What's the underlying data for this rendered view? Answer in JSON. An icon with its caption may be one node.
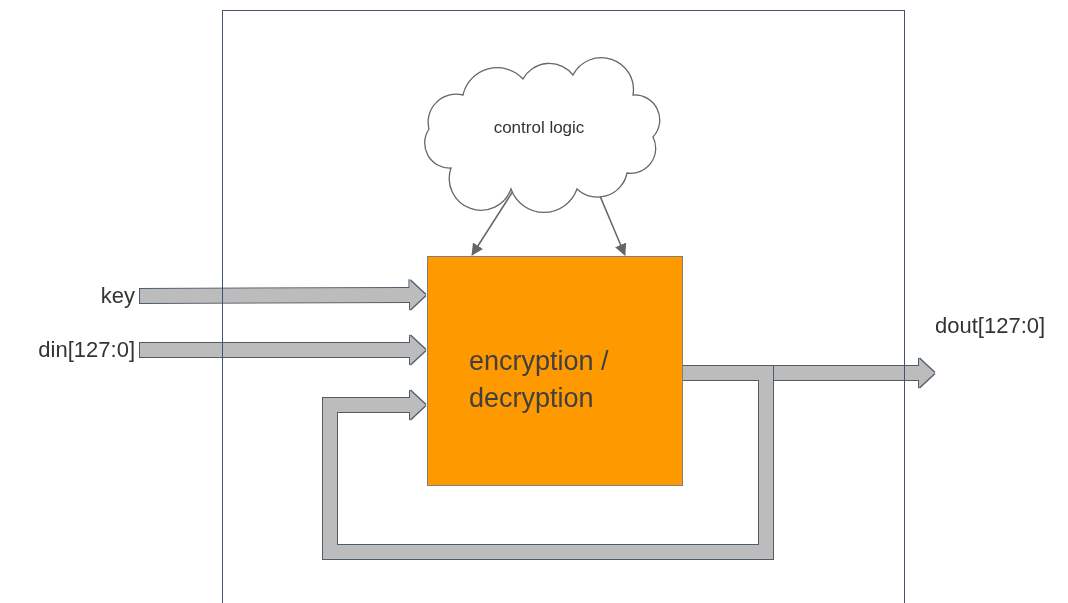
{
  "diagram": {
    "nodes": [
      {
        "text": [],
        "shape": "box"
      },
      {
        "text": [
          "control logic"
        ],
        "in": 0
      },
      {
        "text": [
          "key"
        ]
      },
      {
        "text": [
          "din[127:0]"
        ]
      },
      {
        "text": [
          "encryption / decryption"
        ],
        "in": 0
      },
      {
        "text": [
          "dout[127:0]"
        ]
      }
    ],
    "edges": [
      {
        "from": 1,
        "to": 4,
        "arrow": "to"
      },
      {
        "from": 1,
        "to": 4,
        "arrow": "to"
      },
      {
        "from": 2,
        "to": 4,
        "arrow": "to"
      },
      {
        "from": 3,
        "to": 4,
        "arrow": "to"
      },
      {
        "from": 4,
        "to": 5,
        "arrow": "to"
      },
      {
        "from": 4,
        "to": 4,
        "arrow": "to"
      }
    ]
  }
}
